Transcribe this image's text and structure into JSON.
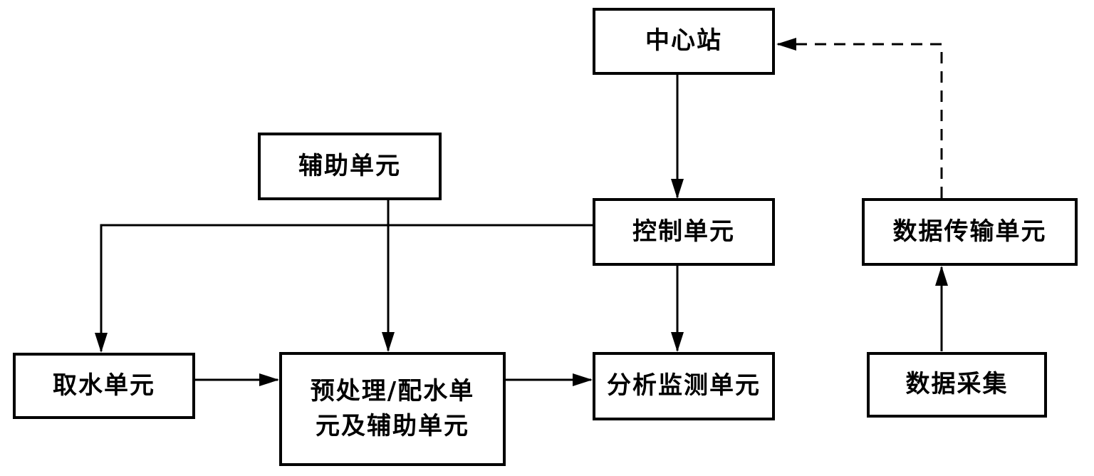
{
  "diagram": {
    "background_color": "#ffffff",
    "line_color": "#000000",
    "box_fill": "#ffffff",
    "nodes": {
      "central_station": {
        "label": "中心站"
      },
      "auxiliary_unit": {
        "label": "辅助单元"
      },
      "control_unit": {
        "label": "控制单元"
      },
      "data_transmission_unit": {
        "label": "数据传输单元"
      },
      "water_intake_unit": {
        "label": "取水单元"
      },
      "pretreatment_unit": {
        "label_line1": "预处理/配水单",
        "label_line2": "元及辅助单元"
      },
      "analysis_monitoring_unit": {
        "label": "分析监测单元"
      },
      "data_collection": {
        "label": "数据采集"
      }
    },
    "edges": [
      {
        "from": "central_station",
        "to": "control_unit",
        "style": "solid",
        "arrow": "to"
      },
      {
        "from": "data_transmission_unit",
        "to": "central_station",
        "style": "dashed",
        "arrow": "to"
      },
      {
        "from": "control_unit",
        "to": "water_intake_unit",
        "style": "solid",
        "arrow": "to"
      },
      {
        "from": "auxiliary_unit",
        "to": "pretreatment_unit",
        "style": "solid",
        "arrow": "to"
      },
      {
        "from": "control_unit",
        "to": "analysis_monitoring_unit",
        "style": "solid",
        "arrow": "to"
      },
      {
        "from": "water_intake_unit",
        "to": "pretreatment_unit",
        "style": "solid",
        "arrow": "to"
      },
      {
        "from": "pretreatment_unit",
        "to": "analysis_monitoring_unit",
        "style": "solid",
        "arrow": "to"
      },
      {
        "from": "data_collection",
        "to": "data_transmission_unit",
        "style": "solid",
        "arrow": "to"
      }
    ]
  }
}
